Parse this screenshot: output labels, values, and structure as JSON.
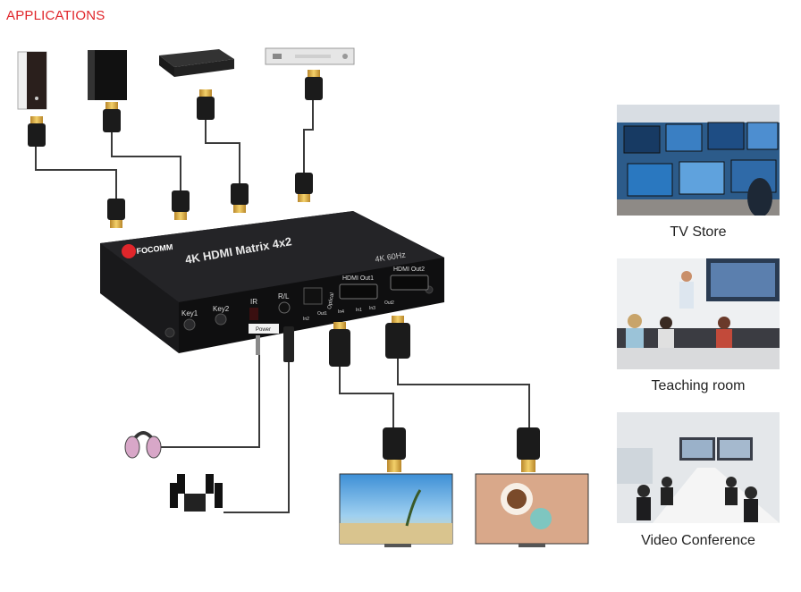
{
  "header": {
    "title": "APPLICATIONS"
  },
  "device": {
    "brand": "FOCOMM",
    "title": "4K HDMI Matrix 4x2",
    "resolution": "4K 60Hz",
    "labels": {
      "key1": "Key1",
      "key2": "Key2",
      "ir": "IR",
      "rl": "R/L",
      "optical": "Optical",
      "power": "Power",
      "out1": "HDMI Out1",
      "out2": "HDMI Out2",
      "port_out1": "Out1",
      "port_out2": "Out2",
      "in1": "In1",
      "in2": "In2",
      "in3": "In3",
      "in4": "In4"
    }
  },
  "sources": [
    {
      "icon": "pc-tower-icon"
    },
    {
      "icon": "game-console-icon"
    },
    {
      "icon": "set-top-box-icon"
    },
    {
      "icon": "dvd-player-icon"
    }
  ],
  "outputs": [
    {
      "icon": "headphones-icon"
    },
    {
      "icon": "speaker-system-icon"
    },
    {
      "icon": "tv-beach-icon"
    },
    {
      "icon": "tv-coffee-icon"
    }
  ],
  "applications": [
    {
      "label": "TV Store",
      "icon": "tv-store-photo"
    },
    {
      "label": "Teaching room",
      "icon": "teaching-room-photo"
    },
    {
      "label": "Video Conference",
      "icon": "video-conference-photo"
    }
  ],
  "colors": {
    "accent": "#e0262b",
    "device_body": "#1c1c1e",
    "cable": "#3a3a3a",
    "connector_gold": "#e0b53c"
  }
}
